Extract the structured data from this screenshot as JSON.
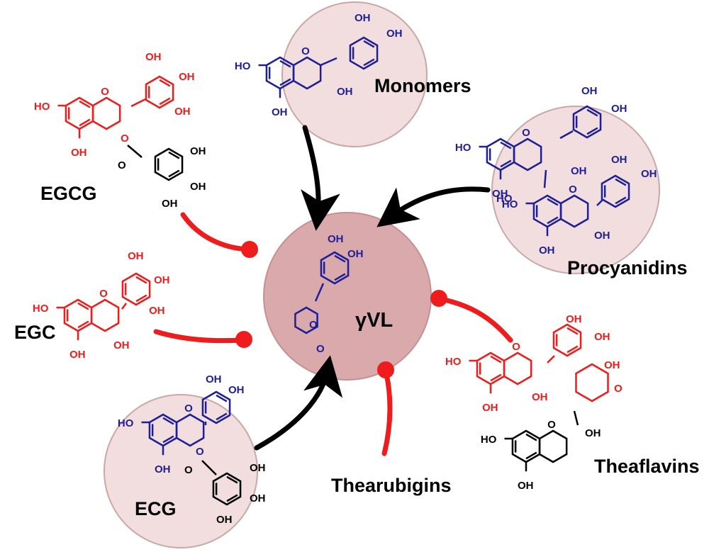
{
  "labels": {
    "center": "γVL",
    "monomers": "Monomers",
    "procyanidins": "Procyanidins",
    "egcg": "EGCG",
    "egc": "EGC",
    "ecg": "ECG",
    "thearubigins": "Thearubigins",
    "theaflavins": "Theaflavins"
  },
  "atoms": {
    "oh": "OH",
    "ho": "HO",
    "o": "O"
  },
  "colors": {
    "circle_fill": "#f2dede",
    "circle_stroke": "#c9a8a8",
    "center_fill": "#d9a9ab",
    "inhibit": "#ee1c1c",
    "promote": "#000000",
    "structure_blue": "#1e1e96",
    "structure_red": "#ee1c1c",
    "structure_black": "#000000"
  },
  "edges": {
    "promote": [
      "monomers",
      "procyanidins",
      "ecg"
    ],
    "inhibit": [
      "egcg",
      "egc",
      "thearubigins",
      "theaflavins"
    ]
  }
}
